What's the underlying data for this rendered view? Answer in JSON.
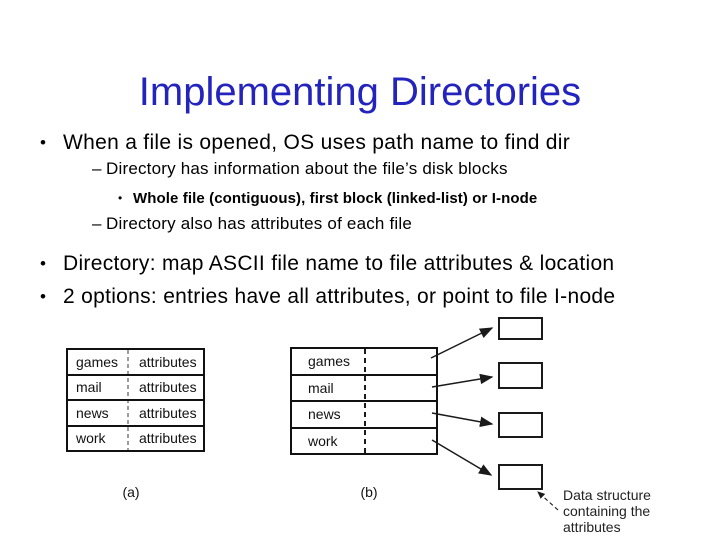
{
  "slide": {
    "title": "Implementing Directories",
    "title_color": "#2323bd",
    "bullets": [
      {
        "level": 1,
        "marker": "•",
        "text": "When a file is opened, OS uses path name to find dir"
      },
      {
        "level": 2,
        "marker": "–",
        "text": "Directory has information about the file’s disk blocks"
      },
      {
        "level": 3,
        "marker": "•",
        "text": "Whole file (contiguous), first block (linked-list) or I-node"
      },
      {
        "level": 2,
        "marker": "–",
        "text": "Directory also has attributes of each file"
      },
      {
        "level": 1,
        "marker": "•",
        "text": "Directory: map ASCII file name to file attributes & location"
      },
      {
        "level": 1,
        "marker": "•",
        "text": "2 options: entries have all attributes, or point to file I-node"
      }
    ]
  },
  "diagram": {
    "table_a": {
      "label": "(a)",
      "rows": [
        {
          "name": "games",
          "value": "attributes"
        },
        {
          "name": "mail",
          "value": "attributes"
        },
        {
          "name": "news",
          "value": "attributes"
        },
        {
          "name": "work",
          "value": "attributes"
        }
      ]
    },
    "table_b": {
      "label": "(b)",
      "rows": [
        {
          "name": "games"
        },
        {
          "name": "mail"
        },
        {
          "name": "news"
        },
        {
          "name": "work"
        }
      ]
    },
    "caption": "Data structure\ncontaining the\nattributes"
  }
}
